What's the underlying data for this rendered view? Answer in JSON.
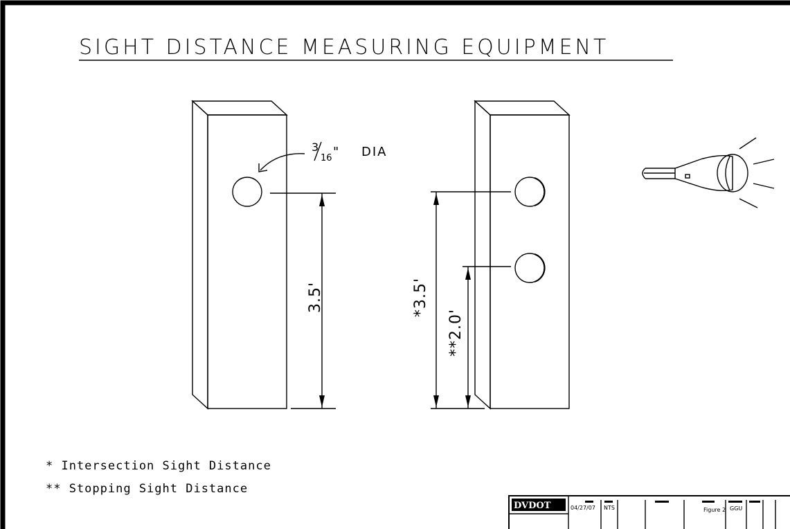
{
  "title": "SIGHT DISTANCE MEASURING EQUIPMENT",
  "hole_label": "DIA",
  "hole_fraction": {
    "numerator": "3",
    "denominator": "16",
    "suffix": "\""
  },
  "dim_left": "3.5'",
  "dim_right_high": "*3.5'",
  "dim_right_low": "**2.0'",
  "legend": [
    "* Intersection Sight Distance",
    "** Stopping Sight Distance"
  ],
  "title_block": {
    "logo": "DVDOT",
    "date": "04/27/07",
    "scale": "NTS",
    "figure": "Figure 2",
    "drawn_by": "GGU"
  }
}
